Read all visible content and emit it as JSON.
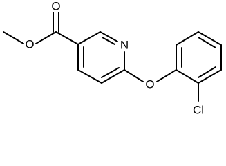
{
  "structure": {
    "atoms": {
      "ester_o_single": "O",
      "ester_o_double": "O",
      "ring_nitrogen": "N",
      "ether_o": "O",
      "chlorine": "Cl"
    }
  }
}
